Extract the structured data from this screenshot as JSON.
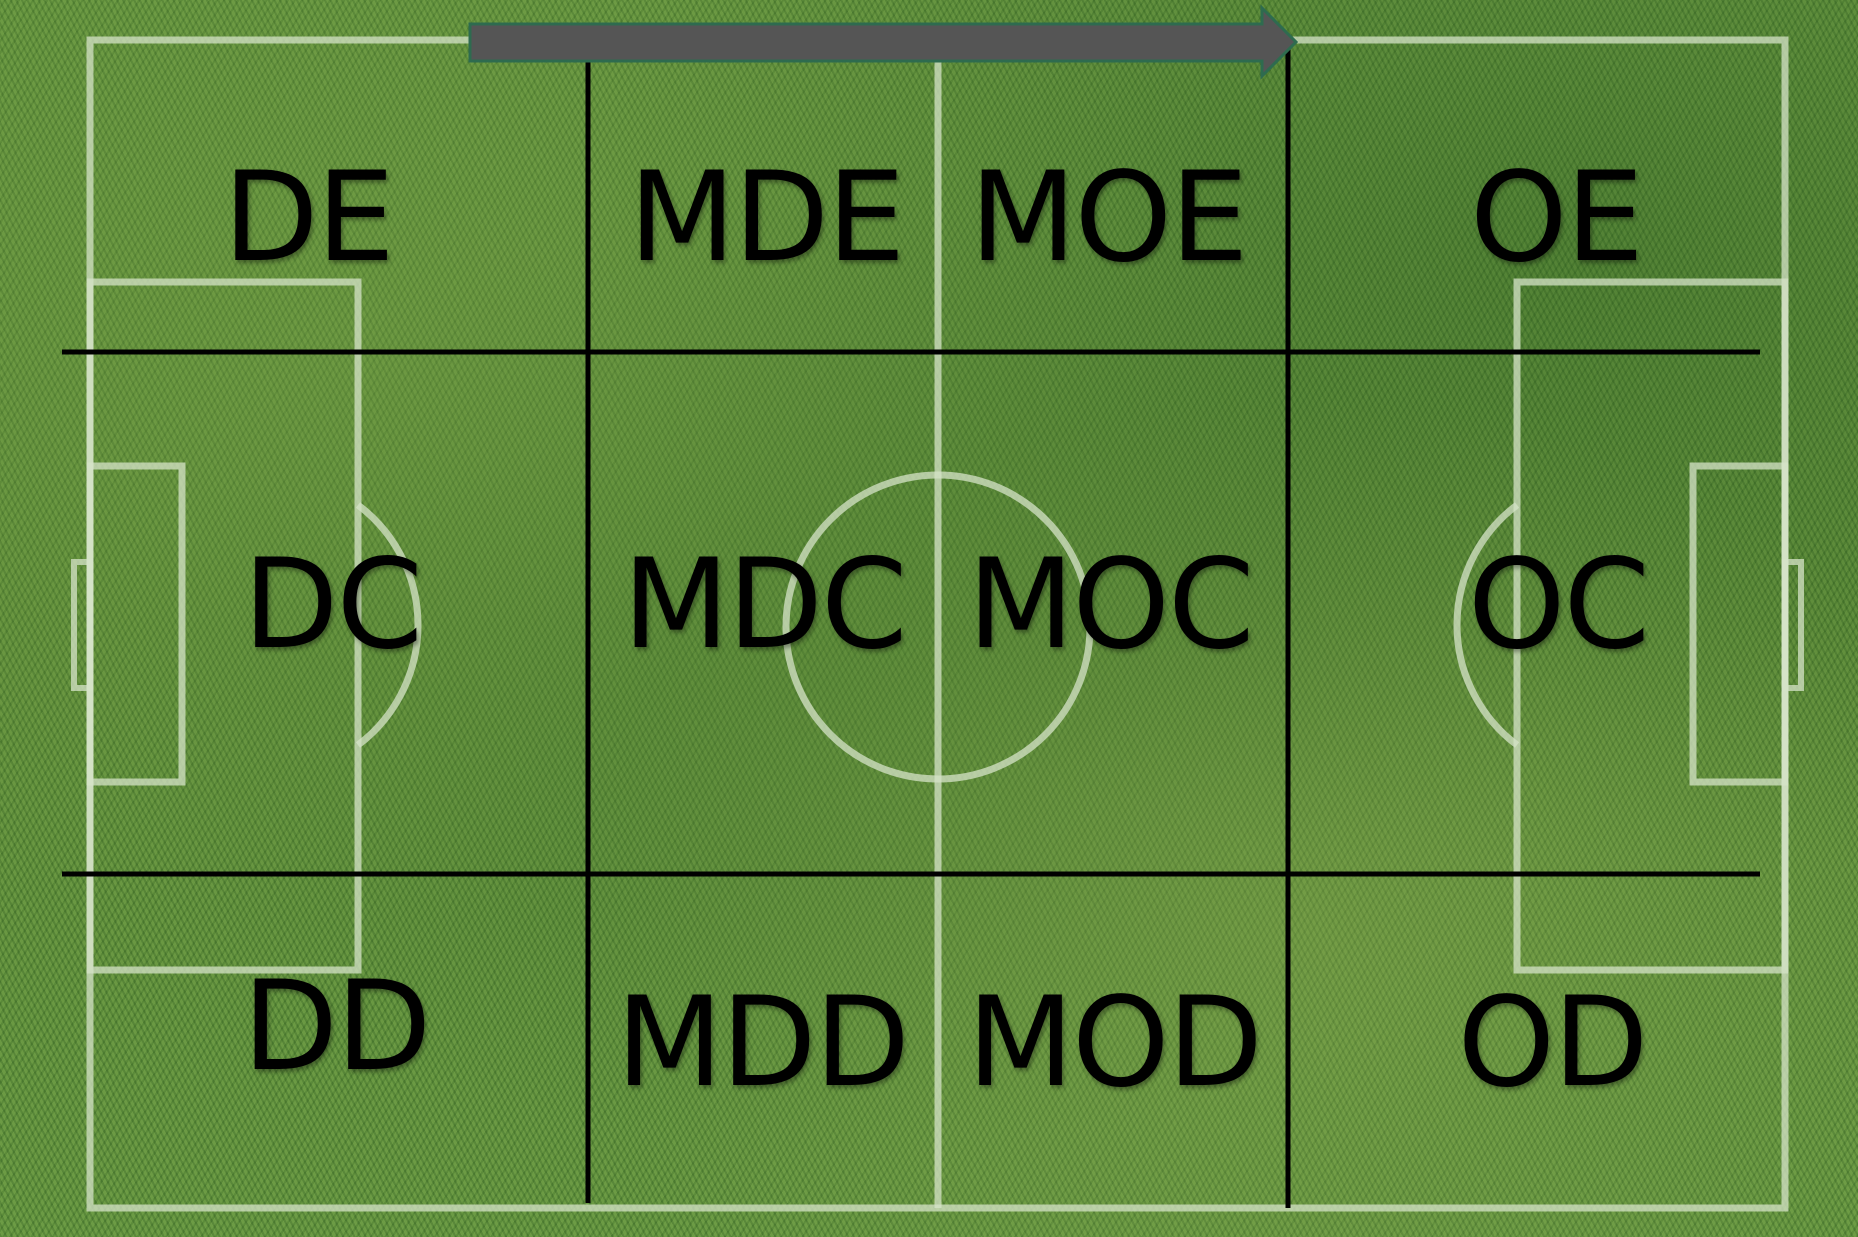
{
  "diagram": {
    "attack_direction": "right",
    "colors": {
      "grass": "#5a8a3a",
      "field_lines": "#d6e3c8",
      "grid_lines": "#000000",
      "arrow_fill": "#555555",
      "arrow_border": "#2e6b4f",
      "label_color": "#000000"
    },
    "zones": {
      "top": {
        "defense": "DE",
        "mid_defense": "MDE",
        "mid_offense": "MOE",
        "offense": "OE"
      },
      "center": {
        "defense": "DC",
        "mid_defense": "MDC",
        "mid_offense": "MOC",
        "offense": "OC"
      },
      "bottom": {
        "defense": "DD",
        "mid_defense": "MDD",
        "mid_offense": "MOD",
        "offense": "OD"
      }
    }
  }
}
